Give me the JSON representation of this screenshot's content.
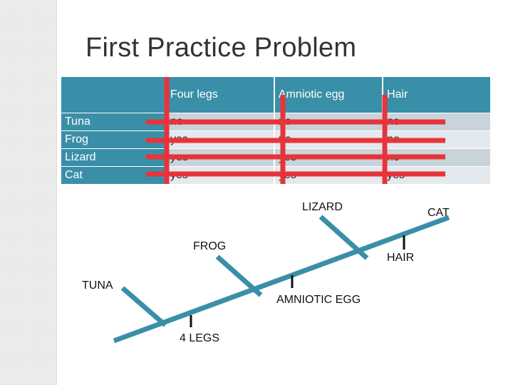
{
  "title": "First Practice Problem",
  "table": {
    "headers": [
      "",
      "Four legs",
      "Amniotic egg",
      "Hair"
    ],
    "rows": [
      {
        "organism": "Tuna",
        "values": [
          "no",
          "no",
          "no"
        ]
      },
      {
        "organism": "Frog",
        "values": [
          "yes",
          "no",
          "no"
        ]
      },
      {
        "organism": "Lizard",
        "values": [
          "yes",
          "yes",
          "no"
        ]
      },
      {
        "organism": "Cat",
        "values": [
          "yes",
          "yes",
          "yes"
        ]
      }
    ]
  },
  "cladogram": {
    "taxa": [
      "TUNA",
      "FROG",
      "LIZARD",
      "CAT"
    ],
    "traits": [
      "4 LEGS",
      "AMNIOTIC EGG",
      "HAIR"
    ]
  },
  "colors": {
    "header_bg": "#3a8fa8",
    "tree_line": "#3a8fa8",
    "strike": "#e8333a"
  }
}
